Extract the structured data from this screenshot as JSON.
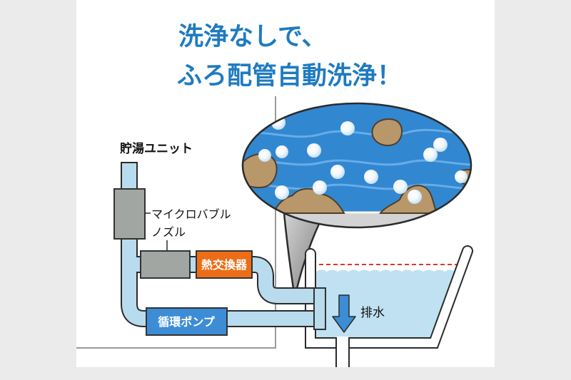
{
  "title": {
    "line1": "洗浄なしで、",
    "line2": "ふろ配管自動洗浄！"
  },
  "labels": {
    "storage_unit": "貯湯ユニット",
    "nozzle_line1": "マイクロバブル",
    "nozzle_line2": "ノズル",
    "heat_exchanger": "熱交換器",
    "circulation_pump": "循環ポンプ",
    "drain": "排水"
  },
  "colors": {
    "title": "#1e7bc1",
    "pipe": "#b8dbee",
    "outline": "#2b2b2b",
    "wall_line": "#9a9a9a",
    "nozzle_housing": "#a1a6a3",
    "heat_exchanger": "#ec6d17",
    "circulation_pump": "#3c8dd6",
    "tub_water": "#bfe1f2",
    "target_water_level": "#d63a2f",
    "pipe_interior_water": "#3287d1",
    "pipe_interior_wave": "#67ade7",
    "pipe_wall": "#d3d3d3",
    "stain": "#b8976b",
    "stain_outline": "#4d3f2a",
    "drain_arrow": "#3c8dd6"
  },
  "icons": {
    "drain_direction": "down-arrow-icon",
    "bubbles": "micro-bubble-icon"
  }
}
